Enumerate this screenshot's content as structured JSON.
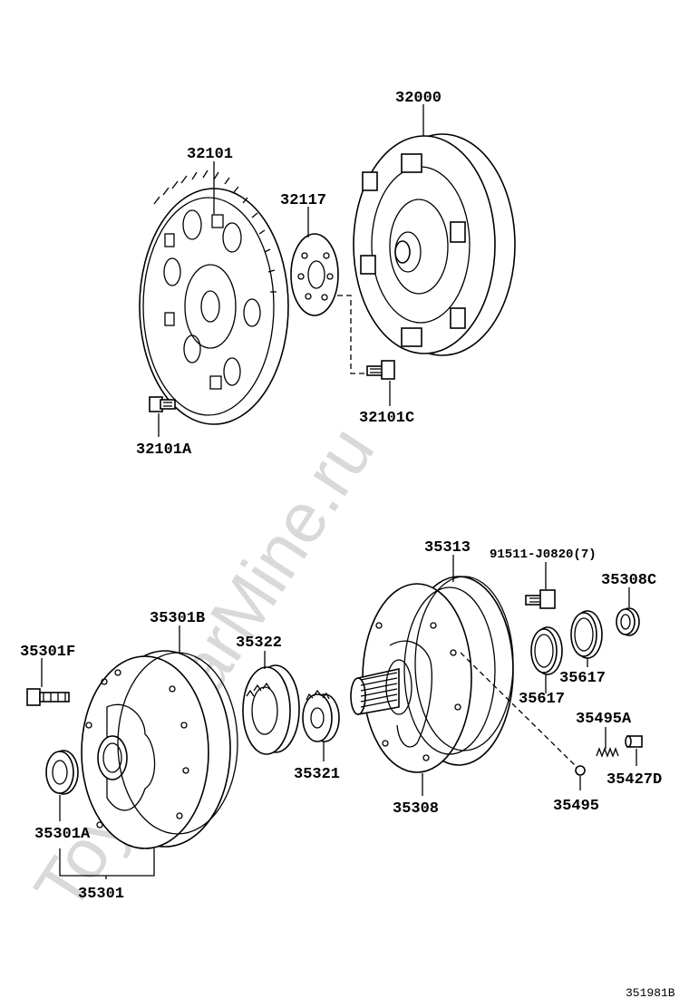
{
  "watermark": "ToyotaCarMine.ru",
  "figure_code": "351981B",
  "labels": {
    "p32000": "32000",
    "p32101": "32101",
    "p32117": "32117",
    "p32101C": "32101C",
    "p32101A": "32101A",
    "p35313": "35313",
    "p91511": "91511-J0820(7)",
    "p35308C": "35308C",
    "p35301B": "35301B",
    "p35322": "35322",
    "p35301F": "35301F",
    "p35617a": "35617",
    "p35617b": "35617",
    "p35495A": "35495A",
    "p35321": "35321",
    "p35427D": "35427D",
    "p35308": "35308",
    "p35495": "35495",
    "p35301A": "35301A",
    "p35301": "35301"
  }
}
